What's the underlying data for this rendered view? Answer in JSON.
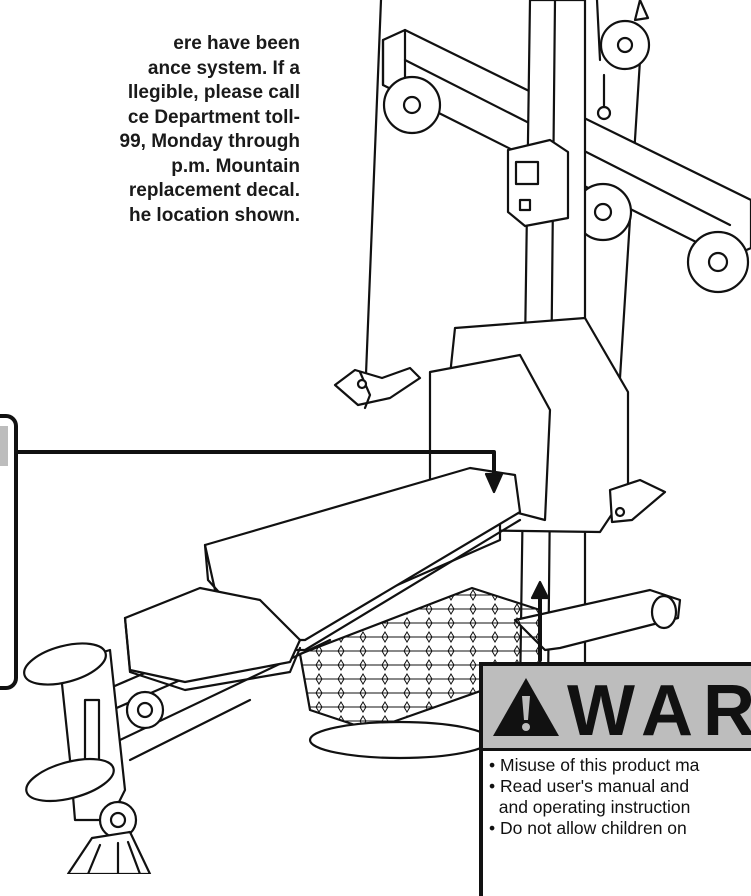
{
  "notice_text": [
    "ere have been",
    "ance system. If a",
    "llegible, please call",
    "ce Department toll-",
    "99, Monday through",
    "p.m. Mountain",
    "replacement decal.",
    "he location shown."
  ],
  "warning_decal": {
    "title": "WAR",
    "items": [
      "• Misuse of this product ma",
      "• Read user's manual and",
      "  and operating instruction",
      "• Do not allow children on"
    ]
  },
  "icons": [
    "warning-triangle-icon"
  ],
  "colors": {
    "decal_header": "#bdbdbd",
    "line": "#111111",
    "background": "#ffffff"
  }
}
